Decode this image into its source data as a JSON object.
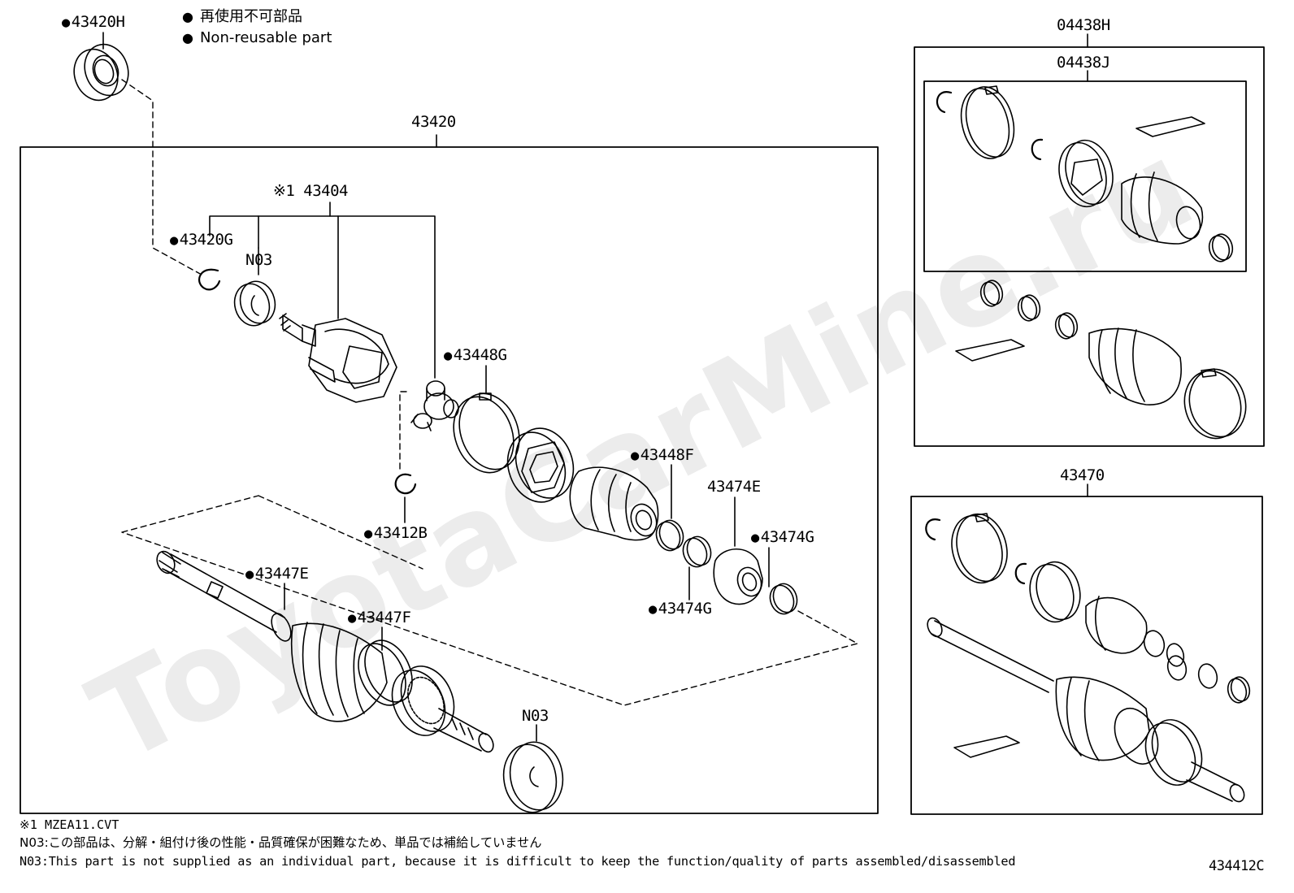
{
  "watermark": "ToyotaCarMine.ru",
  "legend": {
    "line_jp": "再使用不可部品",
    "line_en": "Non-reusable part"
  },
  "callouts": {
    "p43420H": "43420H",
    "p43420": "43420",
    "p43404": "※1 43404",
    "p43420G": "43420G",
    "pN03_upper": "N03",
    "p43448G": "43448G",
    "p43448F": "43448F",
    "p43474E": "43474E",
    "p43474G_right": "43474G",
    "p43474G_lower": "43474G",
    "p43412B": "43412B",
    "p43447E": "43447E",
    "p43447F": "43447F",
    "pN03_lower": "N03",
    "p04438H": "04438H",
    "p04438J": "04438J",
    "p43470": "43470"
  },
  "notes": {
    "n1": "※1 MZEA11.CVT",
    "n2": "N03:この部品は、分解・組付け後の性能・品質確保が困難なため、単品では補給していません",
    "n3": "N03:This part is not supplied as an individual part, because it is difficult to keep the function/quality of parts assembled/disassembled"
  },
  "figure_id": "434412C"
}
